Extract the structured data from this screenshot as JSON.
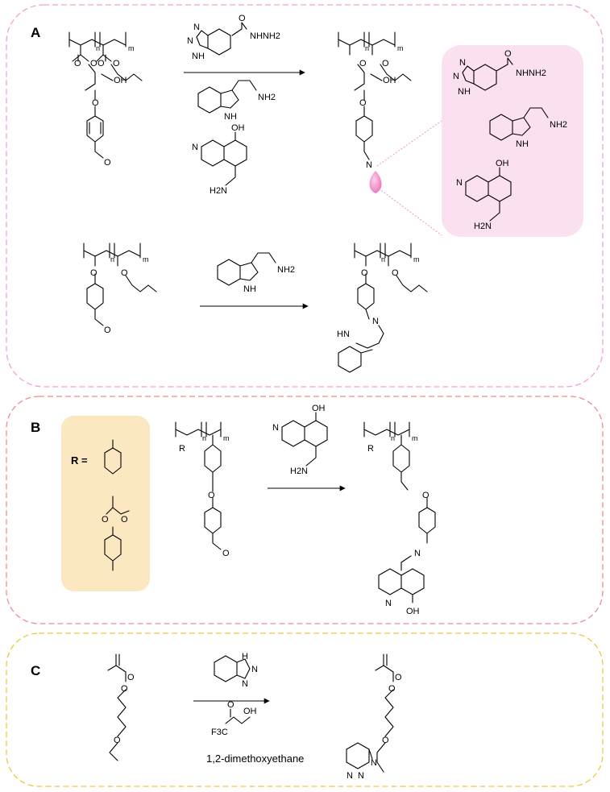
{
  "panels": [
    {
      "letter": "A",
      "color": "#f0a0d8"
    },
    {
      "letter": "B",
      "color": "#f08c8c"
    },
    {
      "letter": "C",
      "color": "#f0c840"
    }
  ],
  "labels": {
    "n": "n",
    "m": "m",
    "O": "O",
    "OH": "OH",
    "H": "H",
    "N": "N",
    "NH": "NH",
    "HN": "HN",
    "NH2": "NH2",
    "H2N": "H2N",
    "NHNH2": "NHNH2",
    "R": "R",
    "R_eq": "R =",
    "F3C": "F3C",
    "solvent": "1,2-dimethoxyethane"
  },
  "colors": {
    "aldehyde": "#1aa3b8",
    "hydrazide": "#f0a020",
    "amine": "#f07878",
    "imine": "#b8a020",
    "triazole_blue": "#1a3fa0",
    "bead": "#f090c8",
    "R_box": "#fbe8c0",
    "product_box": "#fbe0f0"
  }
}
